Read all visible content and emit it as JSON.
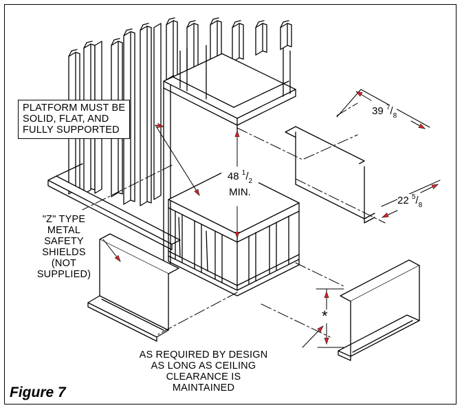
{
  "figure_label": "Figure 7",
  "callouts": {
    "platform": [
      "PLATFORM MUST BE",
      "SOLID, FLAT, AND",
      "FULLY SUPPORTED"
    ],
    "shields": [
      "\"Z\" TYPE",
      "METAL",
      "SAFETY",
      "SHIELDS",
      "(NOT",
      "SUPPLIED)"
    ],
    "design": [
      "AS REQUIRED BY DESIGN",
      "AS LONG AS CEILING",
      "CLEARANCE IS",
      "MAINTAINED"
    ]
  },
  "dimensions": {
    "height": {
      "whole": "48",
      "num": "1",
      "den": "2",
      "note": "MIN."
    },
    "length": {
      "whole": "39",
      "num": "7",
      "den": "8"
    },
    "width": {
      "whole": "22",
      "num": "5",
      "den": "8"
    },
    "star": "*"
  }
}
